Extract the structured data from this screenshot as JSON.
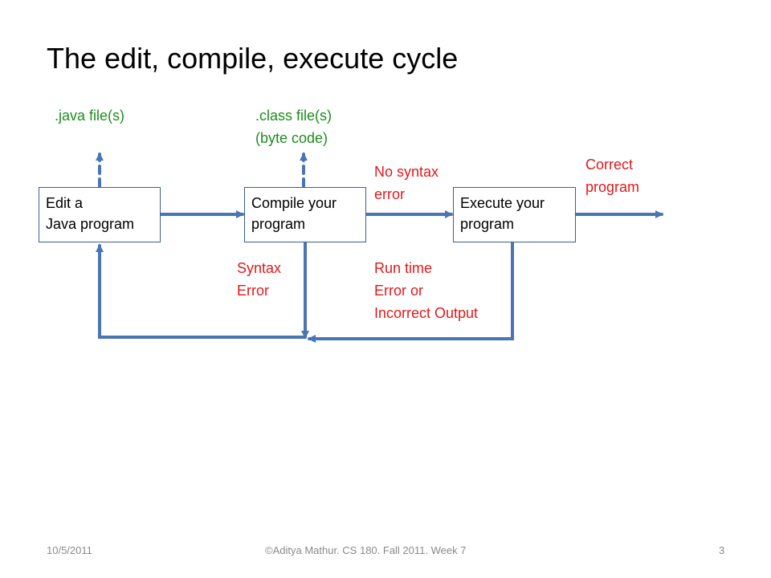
{
  "slide": {
    "title": "The edit, compile, execute cycle",
    "labels": {
      "java_files": ".java file(s)",
      "class_files_line1": ".class file(s)",
      "class_files_line2": "(byte code)",
      "no_syntax_line1": "No syntax",
      "no_syntax_line2": "error",
      "correct_line1": "Correct",
      "correct_line2": "program",
      "syntax_line1": "Syntax",
      "syntax_line2": "Error",
      "runtime_line1": "Run time",
      "runtime_line2": "Error or",
      "runtime_line3": "Incorrect Output"
    },
    "boxes": {
      "edit_line1": "Edit a",
      "edit_line2": "Java program",
      "compile_line1": "Compile your",
      "compile_line2": "program",
      "execute_line1": "Execute your",
      "execute_line2": "program"
    },
    "footer": {
      "date": "10/5/2011",
      "credit": "©Aditya Mathur. CS 180. Fall 2011. Week 7",
      "page_number": "3"
    }
  },
  "colors": {
    "arrow": "#4a74b4",
    "box_border": "#3b5f8f",
    "output_label": "#1e8c1e",
    "condition_label": "#e0191b"
  }
}
